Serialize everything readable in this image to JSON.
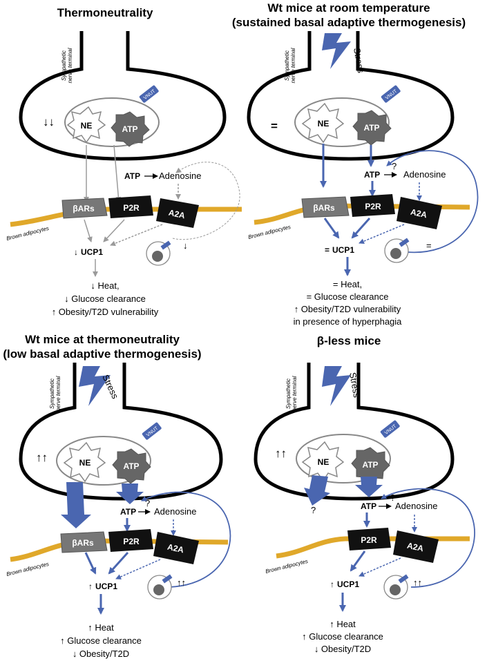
{
  "colors": {
    "blue": "#4a66b0",
    "membrane": "#e0a82a",
    "grey_arrow": "#9a9a9a",
    "receptor_black": "#111111",
    "receptor_grey": "#777777"
  },
  "labels": {
    "sympathetic": "Sympathetic",
    "nerve_terminal": "nerve terminal",
    "brown_adipocytes": "Brown adipocytes",
    "ne": "NE",
    "atp": "ATP",
    "vnut": "VNUT",
    "adenosine": "Adenosine",
    "stress": "Stress",
    "bars": "βARs",
    "p2r": "P2R",
    "a2a": "A2A",
    "ucp1": "UCP1",
    "question": "?"
  },
  "panels": [
    {
      "id": "thermoneutrality",
      "title_lines": [
        "Thermoneutrality"
      ],
      "nerve_mark": "↓↓",
      "ucp1_prefix": "↓",
      "atp_vesicle_mark": "↓",
      "outcome": [
        "↓ Heat,",
        "↓  Glucose clearance",
        "↑ Obesity/T2D vulnerability"
      ]
    },
    {
      "id": "room-temperature",
      "title_lines": [
        "Wt mice at room temperature",
        "(sustained basal adaptive thermogenesis)"
      ],
      "nerve_mark": "=",
      "ucp1_prefix": "=",
      "atp_vesicle_mark": "=",
      "outcome": [
        "= Heat,",
        "= Glucose  clearance",
        "↑ Obesity/T2D vulnerability",
        "in presence of hyperphagia"
      ]
    },
    {
      "id": "wt-thermoneutrality",
      "title_lines": [
        "Wt mice at thermoneutrality",
        "(low basal adaptive thermogenesis)"
      ],
      "nerve_mark": "↑↑",
      "ucp1_prefix": "↑",
      "atp_vesicle_mark": "↑↑",
      "outcome": [
        "↑ Heat",
        "↑ Glucose clearance",
        "↓ Obesity/T2D"
      ]
    },
    {
      "id": "beta-less",
      "title_lines": [
        "β-less mice"
      ],
      "nerve_mark": "↑↑",
      "ucp1_prefix": "↑",
      "atp_vesicle_mark": "↑↑",
      "outcome": [
        "↑ Heat",
        "↑ Glucose clearance",
        "↓ Obesity/T2D"
      ]
    }
  ]
}
